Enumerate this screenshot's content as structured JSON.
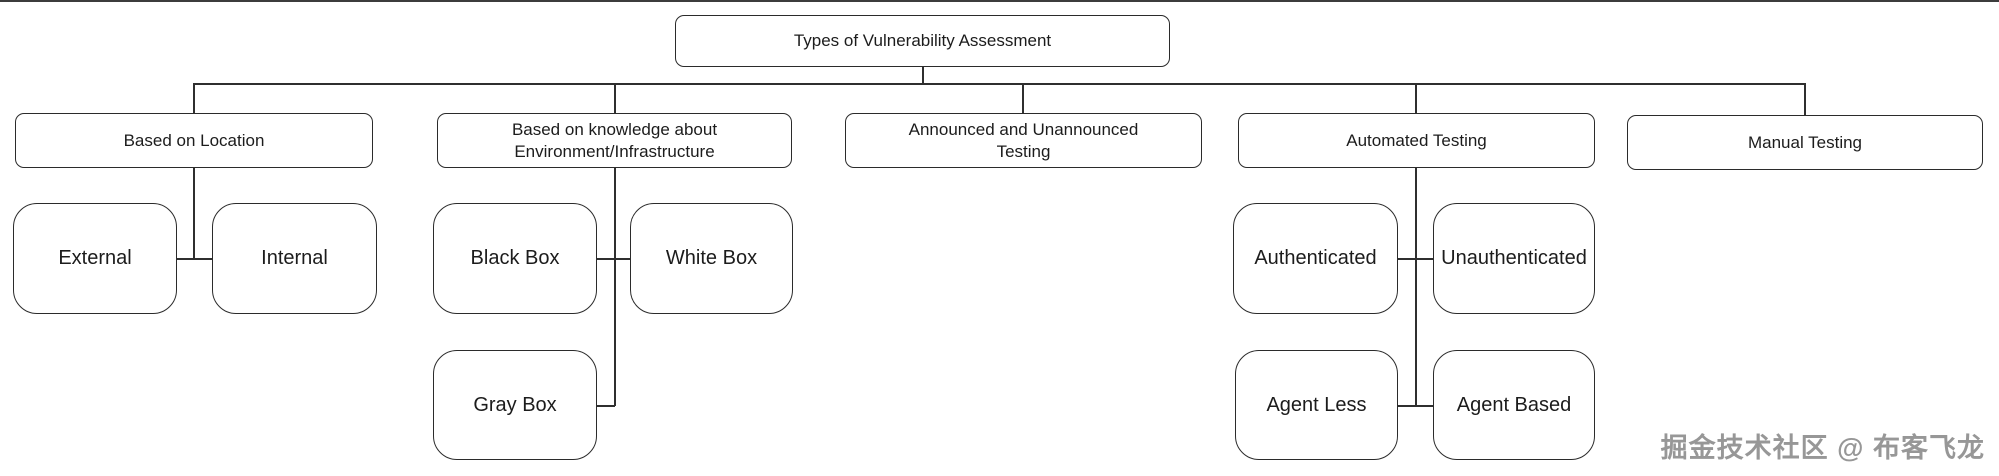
{
  "diagram": {
    "type": "tree",
    "root": {
      "label": "Types of Vulnerability Assessment"
    },
    "categories": [
      {
        "key": "location",
        "label": "Based on Location",
        "children": [
          "External",
          "Internal"
        ]
      },
      {
        "key": "knowledge",
        "label": "Based on knowledge about Environment/Infrastructure",
        "children": [
          "Black Box",
          "White Box",
          "Gray Box"
        ]
      },
      {
        "key": "announced",
        "label": "Announced and Unannounced Testing",
        "children": []
      },
      {
        "key": "automated",
        "label": "Automated Testing",
        "children": [
          "Authenticated",
          "Unauthenticated",
          "Agent Less",
          "Agent Based"
        ]
      },
      {
        "key": "manual",
        "label": "Manual Testing",
        "children": []
      }
    ],
    "leaves": {
      "external": {
        "label": "External",
        "parent": "Based on Location"
      },
      "internal": {
        "label": "Internal",
        "parent": "Based on Location"
      },
      "black_box": {
        "label": "Black Box",
        "parent": "Based on knowledge about Environment/Infrastructure"
      },
      "white_box": {
        "label": "White Box",
        "parent": "Based on knowledge about Environment/Infrastructure"
      },
      "gray_box": {
        "label": "Gray Box",
        "parent": "Based on knowledge about Environment/Infrastructure"
      },
      "authenticated": {
        "label": "Authenticated",
        "parent": "Automated Testing"
      },
      "unauthenticated": {
        "label": "Unauthenticated",
        "parent": "Automated Testing"
      },
      "agent_less": {
        "label": "Agent Less",
        "parent": "Automated Testing"
      },
      "agent_based": {
        "label": "Agent Based",
        "parent": "Automated Testing"
      }
    },
    "colors": {
      "background": "#ffffff",
      "box_border": "#2b2b2b",
      "connector": "#2f2f2f",
      "text": "#1c1c1c",
      "watermark": "#979797"
    }
  },
  "watermark": {
    "text": "掘金技术社区 @ 布客飞龙"
  }
}
